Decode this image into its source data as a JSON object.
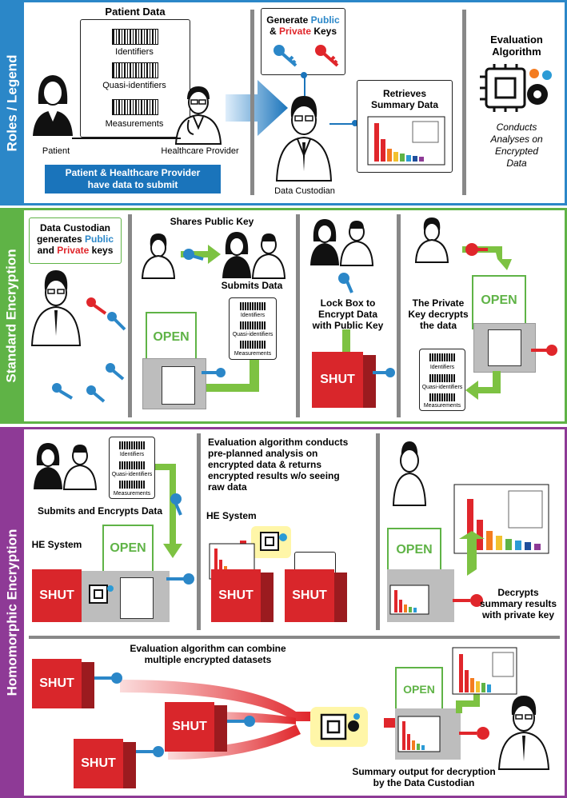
{
  "sections": {
    "roles": {
      "label": "Roles / Legend",
      "color": "#2b87c8"
    },
    "standard": {
      "label": "Standard Encryption",
      "color": "#5fb346"
    },
    "homomorphic": {
      "label": "Homomorphic Encryption",
      "color": "#8e3a96"
    }
  },
  "roles": {
    "patient_data_title": "Patient Data",
    "identifiers": "Identifiers",
    "quasi": "Quasi-identifiers",
    "measurements": "Measurements",
    "patient": "Patient",
    "provider": "Healthcare Provider",
    "submit_banner_line1": "Patient & Healthcare Provider",
    "submit_banner_line2": "have data to submit",
    "generate_prefix": "Generate",
    "public_word": "Public",
    "private_prefix": "&",
    "private_word": "Private",
    "keys_word": "Keys",
    "retrieves_line1": "Retrieves",
    "retrieves_line2": "Summary Data",
    "custodian": "Data Custodian",
    "eval_line1": "Evaluation",
    "eval_line2": "Algorithm",
    "conducts_line1": "Conducts",
    "conducts_line2": "Analyses on",
    "conducts_line3": "Encrypted",
    "conducts_line4": "Data"
  },
  "standard": {
    "gen_line1": "Data Custodian",
    "gen_line2": "generates",
    "gen_public": "Public",
    "gen_and": "and",
    "gen_private": "Private",
    "gen_keys": "keys",
    "shares": "Shares Public Key",
    "submits": "Submits Data",
    "lock_line1": "Lock Box to",
    "lock_line2": "Encrypt Data",
    "lock_line3": "with Public Key",
    "private_line1": "The Private",
    "private_line2": "Key decrypts",
    "private_line3": "the data",
    "open": "OPEN",
    "shut": "SHUT",
    "identifiers": "Identifiers",
    "quasi": "Quasi-identifiers",
    "measurements": "Measurements"
  },
  "homomorphic": {
    "submits": "Submits and Encrypts Data",
    "he_system": "HE System",
    "he_system2": "HE System",
    "eval_line1": "Evaluation algorithm conducts",
    "eval_line2": "pre-planned analysis on",
    "eval_line3": "encrypted data & returns",
    "eval_line4": "encrypted results w/o seeing",
    "eval_line5": "raw data",
    "decrypts_line1": "Decrypts",
    "decrypts_line2": "summary results",
    "decrypts_line3": "with private key",
    "combine_line1": "Evaluation algorithm can combine",
    "combine_line2": "multiple encrypted datasets",
    "summary_line1": "Summary output for decryption",
    "summary_line2": "by the Data Custodian",
    "open": "OPEN",
    "shut": "SHUT",
    "identifiers": "Identifiers",
    "quasi": "Quasi-identifiers",
    "measurements": "Measurements"
  },
  "colors": {
    "public_key": "#2b87c8",
    "private_key": "#e0262b",
    "shut_red": "#d9262b",
    "open_green": "#5fb346",
    "arrow_green": "#7dc242",
    "bar_colors": [
      "#e0262b",
      "#e0262b",
      "#f47c20",
      "#f2c12e",
      "#5fb346",
      "#2b9bd6",
      "#1f4e9c",
      "#8e3a96"
    ]
  }
}
